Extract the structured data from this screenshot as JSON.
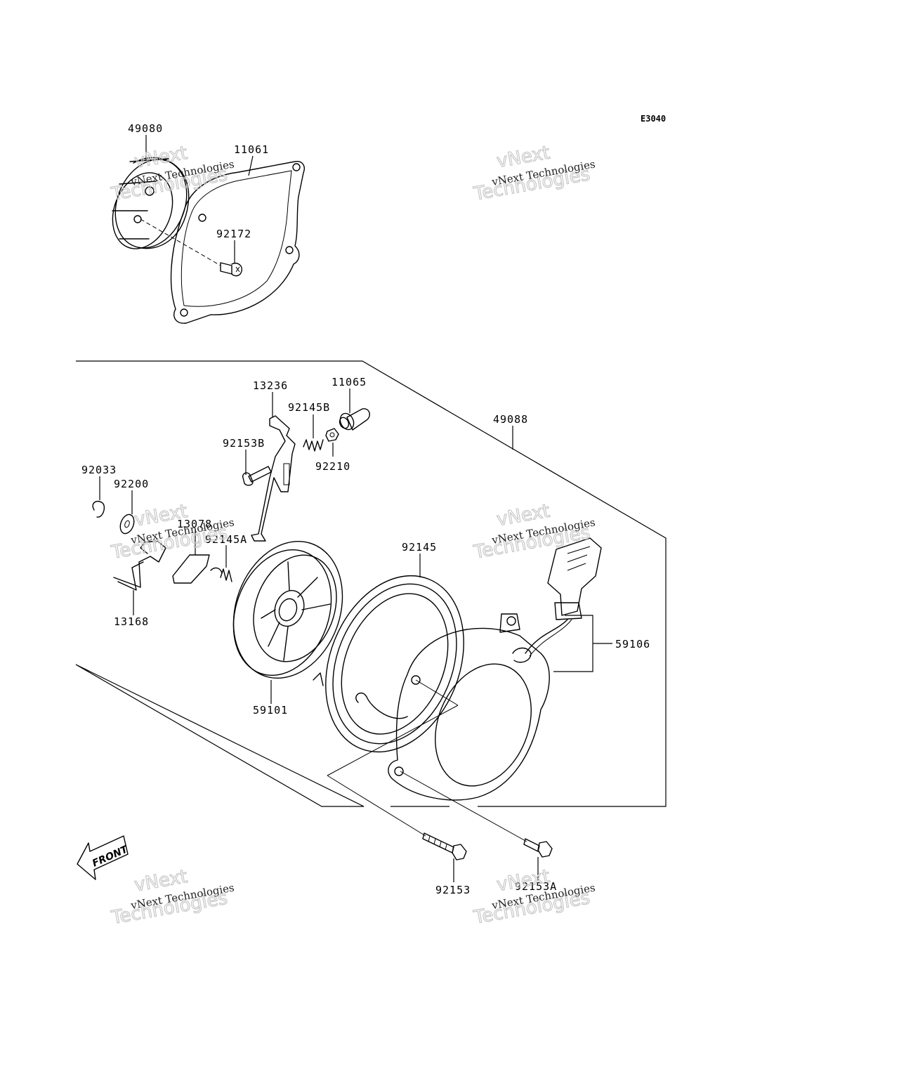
{
  "diagram_code": "E3040",
  "part_labels": {
    "p49080": "49080",
    "p11061": "11061",
    "p92172": "92172",
    "p13236": "13236",
    "p11065": "11065",
    "p92145B": "92145B",
    "p92153B": "92153B",
    "p92210": "92210",
    "p49088": "49088",
    "p92033": "92033",
    "p92200": "92200",
    "p13078": "13078",
    "p92145A": "92145A",
    "p13168": "13168",
    "p92145": "92145",
    "p59106": "59106",
    "p59101": "59101",
    "p92153": "92153",
    "p92153A": "92153A"
  },
  "front_label": "FRONT",
  "watermark": {
    "line1": "vNext Technologies",
    "line2a": "vNext",
    "line2b": "Technologies"
  }
}
